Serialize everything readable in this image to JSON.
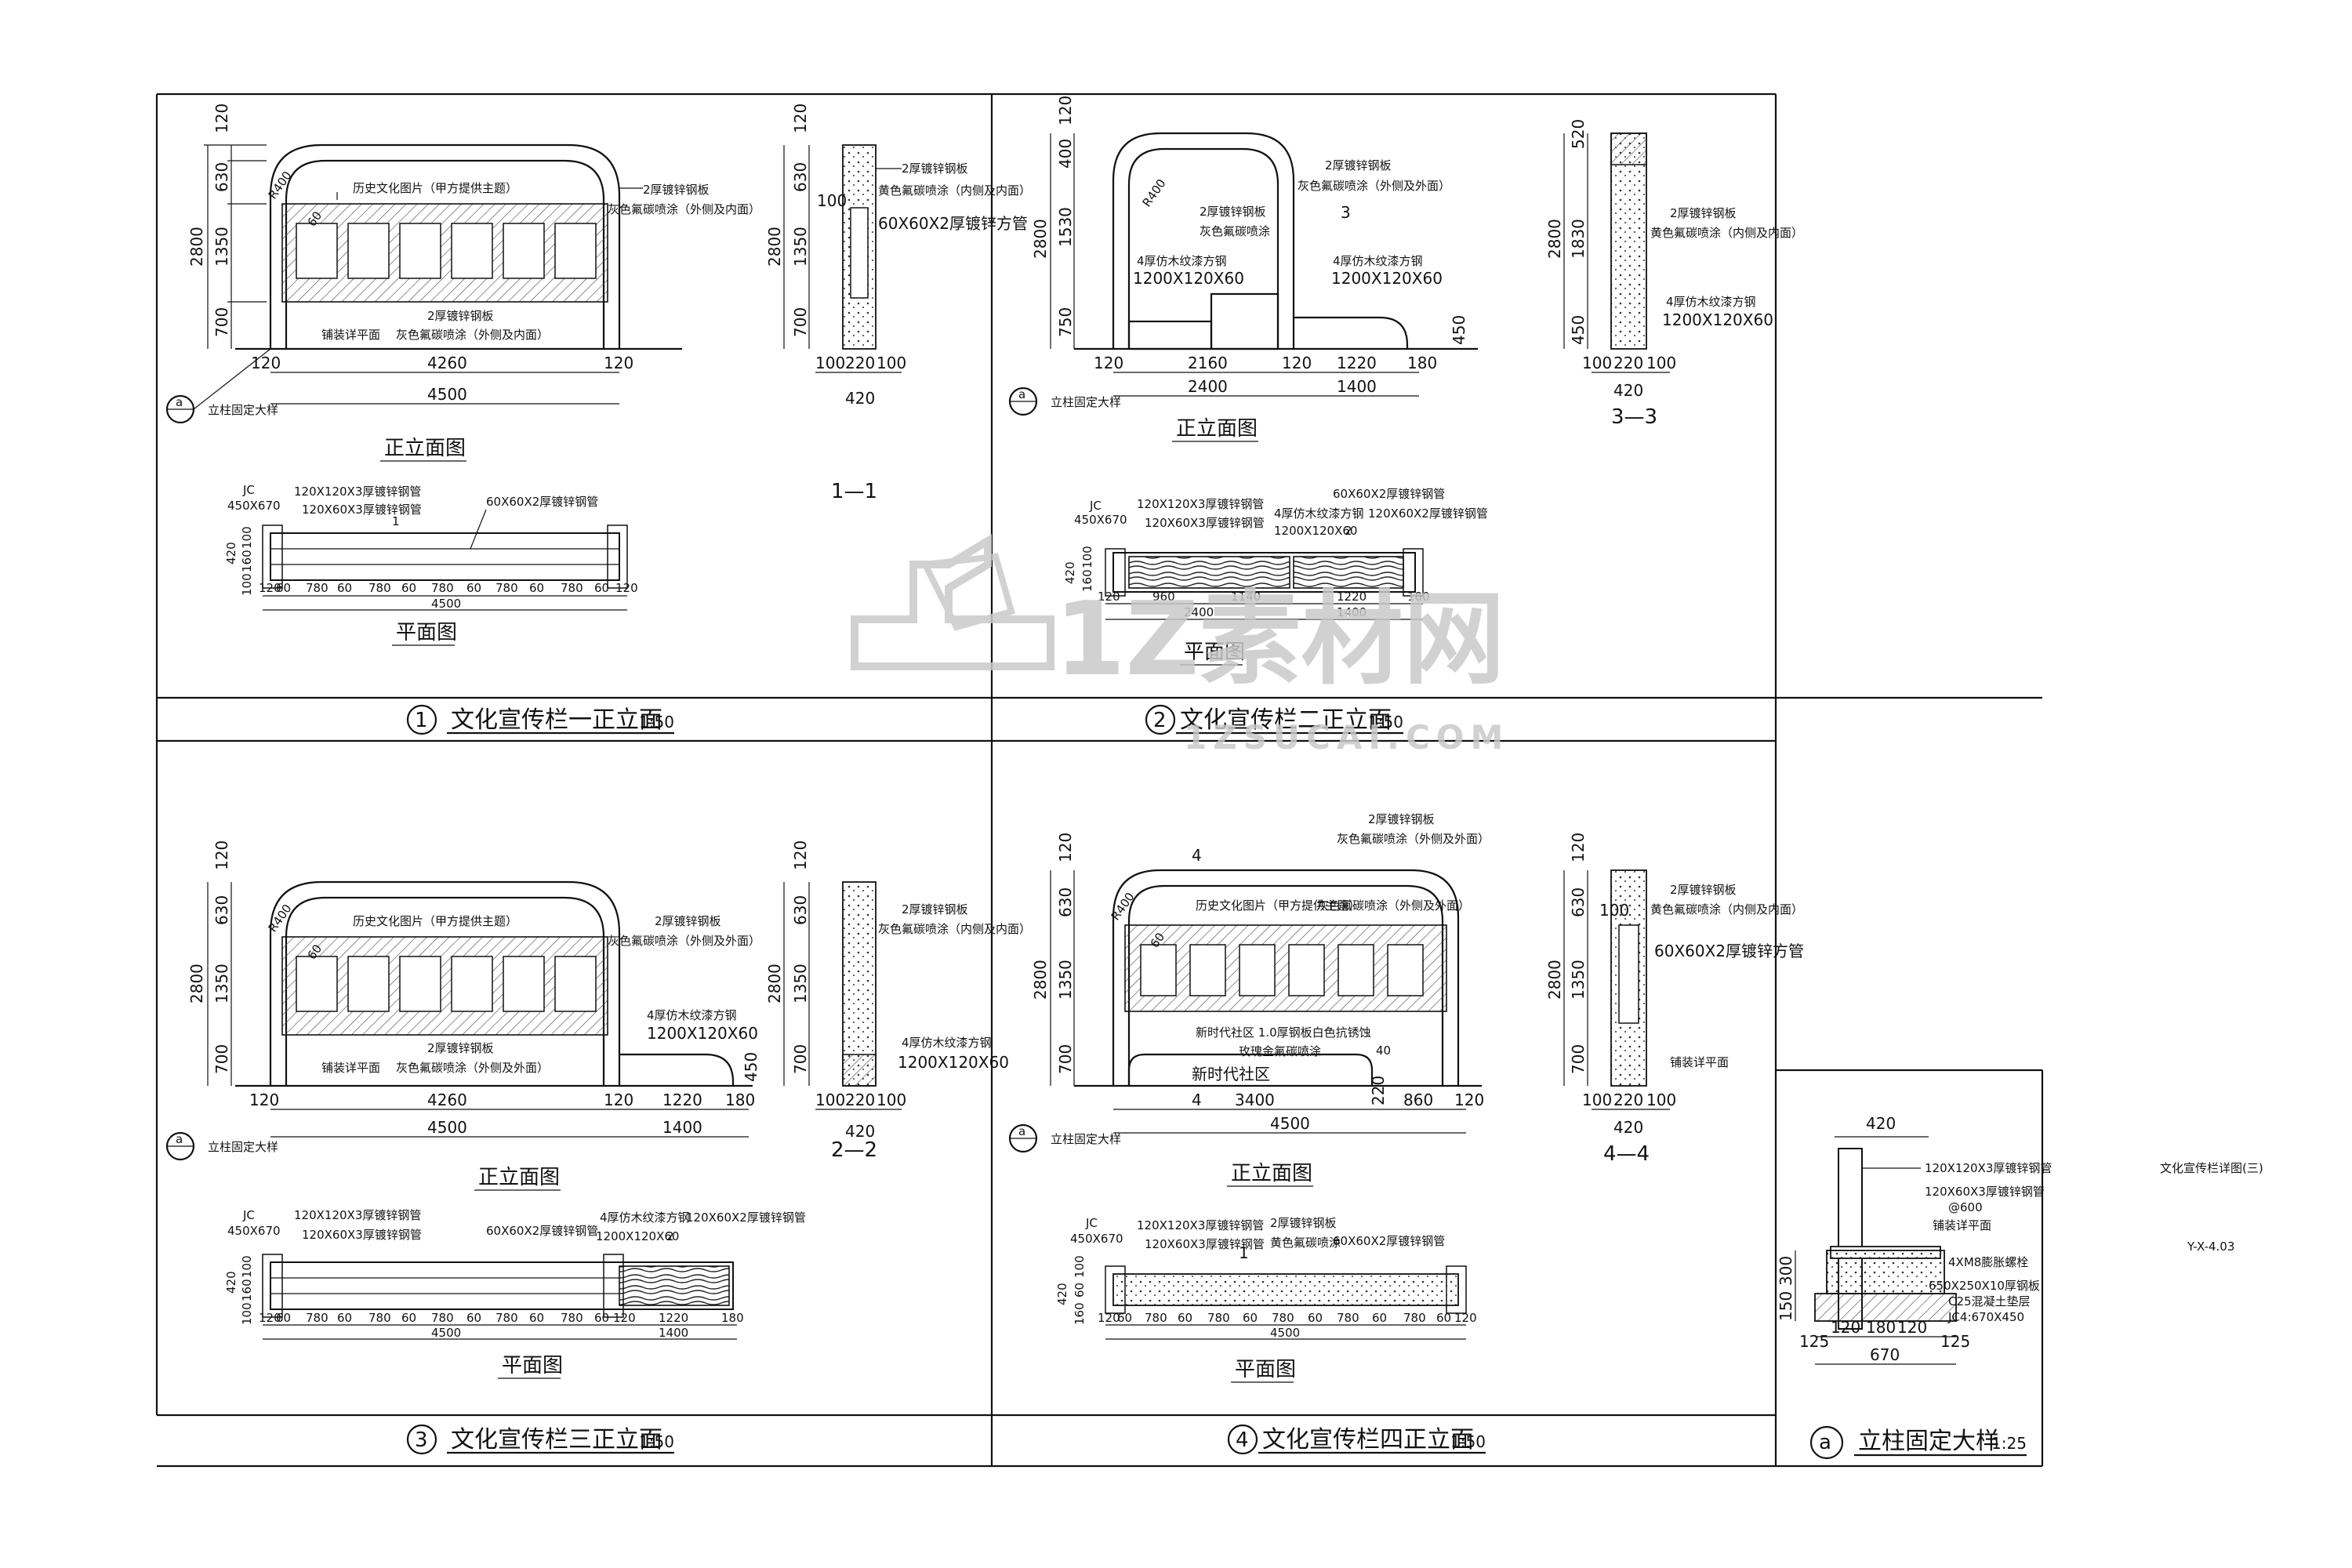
{
  "panel1": {
    "elev_dims_v": [
      "120",
      "630",
      "1350",
      "700",
      "2800"
    ],
    "elev_dims_h": [
      "120",
      "4260",
      "120",
      "4500"
    ],
    "r": "R400",
    "n60": "60",
    "label_photo": "历史文化图片（甲方提供主题）",
    "label_plate_top": "2厚镀锌钢板",
    "label_spray_top": "灰色氟碳喷涂（外侧及内面）",
    "label_plate_bot": "2厚镀锌钢板",
    "label_spray_bot": "灰色氟碳喷涂（外侧及内面）",
    "label_ground": "铺装详平面",
    "detail_ref": "a",
    "detail_ref_text": "立柱固定大样",
    "elev_title": "正立面图",
    "sec_dims_v": [
      "120",
      "630",
      "1350",
      "700",
      "2800"
    ],
    "sec_dims_h": [
      "100",
      "220",
      "100",
      "420"
    ],
    "sec_n100": "100",
    "sec_plate": "2厚镀锌钢板",
    "sec_spray": "黄色氟碳喷涂（内侧及内面）",
    "sec_tube": "60X60X2厚镀锌方管",
    "sec_title": "1—1",
    "plan_labels": [
      "JC",
      "450X670",
      "120X120X3厚镀锌钢管",
      "120X60X3厚镀锌钢管",
      "60X60X2厚镀锌钢管",
      "1"
    ],
    "plan_dims_v": [
      "420",
      "100",
      "160",
      "100"
    ],
    "plan_dims_h": [
      "120",
      "60",
      "780",
      "60",
      "780",
      "60",
      "780",
      "60",
      "780",
      "60",
      "780",
      "60",
      "120",
      "4500"
    ],
    "plan_title": "平面图",
    "num": "1",
    "title": "文化宣传栏一正立面",
    "scale": "1:50"
  },
  "panel2": {
    "elev_dims_v": [
      "120",
      "400",
      "1530",
      "750",
      "2800"
    ],
    "elev_dims_h": [
      "120",
      "2160",
      "120",
      "1220",
      "180",
      "2400",
      "1400"
    ],
    "r": "R400",
    "label_plate_top": "2厚镀锌钢板",
    "label_spray_top": "灰色氟碳喷涂（外侧及外面）",
    "label_plate_mid": "2厚镀锌钢板",
    "label_spray_mid": "灰色氟碳喷涂",
    "label_wood_l": "4厚仿木纹漆方钢",
    "label_wood_l2": "1200X120X60",
    "label_wood_r": "4厚仿木纹漆方钢",
    "label_wood_r2": "1200X120X60",
    "n3": "3",
    "n450": "450",
    "detail_ref": "a",
    "detail_ref_text": "立柱固定大样",
    "elev_title": "正立面图",
    "sec_dims_v": [
      "520",
      "1830",
      "450",
      "2800"
    ],
    "sec_dims_h": [
      "100",
      "220",
      "100",
      "420"
    ],
    "sec_plate": "2厚镀锌钢板",
    "sec_spray": "黄色氟碳喷涂（内侧及内面）",
    "sec_wood": "4厚仿木纹漆方钢",
    "sec_wood2": "1200X120X60",
    "sec_title": "3—3",
    "plan_labels": [
      "JC",
      "450X670",
      "120X120X3厚镀锌钢管",
      "120X60X3厚镀锌钢管",
      "4厚仿木纹漆方钢",
      "1200X120X60",
      "60X60X2厚镀锌钢管",
      "120X60X2厚镀锌钢管",
      "2"
    ],
    "plan_dims_v": [
      "420",
      "100",
      "160"
    ],
    "plan_dims_h": [
      "120",
      "960",
      "1140",
      "1220",
      "180",
      "2400",
      "1400"
    ],
    "plan_title": "平面图",
    "num": "2",
    "title": "文化宣传栏二正立面",
    "scale": "1:50"
  },
  "panel3": {
    "elev_dims_v": [
      "120",
      "630",
      "1350",
      "700",
      "2800"
    ],
    "elev_dims_h": [
      "120",
      "4260",
      "120",
      "1220",
      "180",
      "4500",
      "1400"
    ],
    "r": "R400",
    "n60": "60",
    "label_photo": "历史文化图片（甲方提供主题）",
    "label_plate_top": "2厚镀锌钢板",
    "label_spray_top": "灰色氟碳喷涂（外侧及外面）",
    "label_plate_bot": "2厚镀锌钢板",
    "label_spray_bot": "灰色氟碳喷涂（外侧及外面）",
    "label_wood": "4厚仿木纹漆方钢",
    "label_wood2": "1200X120X60",
    "n450": "450",
    "label_ground": "铺装详平面",
    "detail_ref": "a",
    "detail_ref_text": "立柱固定大样",
    "elev_title": "正立面图",
    "sec_dims_v": [
      "120",
      "630",
      "1350",
      "700",
      "2800"
    ],
    "sec_dims_h": [
      "100",
      "220",
      "100",
      "420"
    ],
    "sec_plate": "2厚镀锌钢板",
    "sec_spray": "灰色氟碳喷涂（内侧及内面）",
    "sec_wood": "4厚仿木纹漆方钢",
    "sec_wood2": "1200X120X60",
    "sec_title": "2—2",
    "plan_labels": [
      "JC",
      "450X670",
      "120X120X3厚镀锌钢管",
      "120X60X3厚镀锌钢管",
      "60X60X2厚镀锌钢管",
      "4厚仿木纹漆方钢",
      "1200X120X60",
      "120X60X2厚镀锌钢管",
      "2"
    ],
    "plan_dims_v": [
      "420",
      "100",
      "160",
      "100"
    ],
    "plan_dims_h": [
      "120",
      "60",
      "780",
      "60",
      "780",
      "60",
      "780",
      "60",
      "780",
      "60",
      "780",
      "60",
      "120",
      "1220",
      "180",
      "4500",
      "1400"
    ],
    "plan_title": "平面图",
    "num": "3",
    "title": "文化宣传栏三正立面",
    "scale": "1:50"
  },
  "panel4": {
    "elev_dims_v": [
      "120",
      "630",
      "1350",
      "700",
      "2800"
    ],
    "elev_dims_h": [
      "3400",
      "220",
      "860",
      "120",
      "4500"
    ],
    "r": "R400",
    "n60": "60",
    "n4": "4",
    "n40": "40",
    "label_plate_top": "2厚镀锌钢板",
    "label_spray_top": "灰色氟碳喷涂（外侧及外面）",
    "label_photo": "历史文化图片（甲方提供主题）",
    "label_spray_mid": "灰色氟碳喷涂（外侧及外面）",
    "label_sign": "新时代社区 1.0厚钢板白色抗锈蚀",
    "label_sign2": "玫瑰金氟碳喷涂",
    "sign_text": "新时代社区",
    "detail_ref": "a",
    "detail_ref_text": "立柱固定大样",
    "elev_title": "正立面图",
    "sec_dims_v": [
      "120",
      "630",
      "1350",
      "700",
      "2800"
    ],
    "sec_dims_h": [
      "100",
      "220",
      "100",
      "420"
    ],
    "sec_n100": "100",
    "sec_plate": "2厚镀锌钢板",
    "sec_spray": "黄色氟碳喷涂（内侧及内面）",
    "sec_tube": "60X60X2厚镀锌方管",
    "sec_ground": "铺装详平面",
    "sec_title": "4—4",
    "plan_labels": [
      "JC",
      "450X670",
      "120X120X3厚镀锌钢管",
      "120X60X3厚镀锌钢管",
      "2厚镀锌钢板",
      "黄色氟碳喷涂",
      "60X60X2厚镀锌钢管",
      "1"
    ],
    "plan_dims_v": [
      "420",
      "100",
      "60",
      "160"
    ],
    "plan_dims_h": [
      "120",
      "60",
      "780",
      "60",
      "780",
      "60",
      "780",
      "60",
      "780",
      "60",
      "780",
      "60",
      "120",
      "4500"
    ],
    "plan_title": "平面图",
    "num": "4",
    "title": "文化宣传栏四正立面",
    "scale": "1:50"
  },
  "detail_a": {
    "dims": [
      "420",
      "300",
      "150",
      "125",
      "120",
      "180",
      "120",
      "125",
      "670"
    ],
    "labels": [
      "120X120X3厚镀锌钢管",
      "120X60X3厚镀锌钢管",
      "@600",
      "铺装详平面",
      "4XM8膨胀螺栓",
      "650X250X10厚钢板",
      "C25混凝土垫层",
      "JC4:670X450"
    ],
    "num": "a",
    "title": "立柱固定大样",
    "scale": "1:25"
  },
  "sheet": {
    "name": "文化宣传栏详图(三)",
    "code": "Y-X-4.03"
  },
  "watermark": {
    "text": "1Z素材网",
    "sub": "1ZSUCAI.COM"
  }
}
